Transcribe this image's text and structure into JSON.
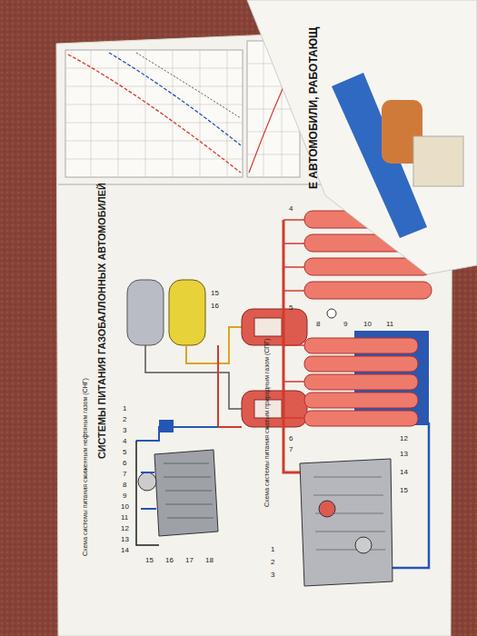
{
  "diagram": {
    "title": "СИСТЕМЫ ПИТАНИЯ ГАЗОБАЛЛОННЫХ АВТОМОБИЛЕЙ",
    "labels": [
      "Схема системы питания сжиженным нефтяным газом (СНГ)",
      "Схема системы питания сжатым природным газом (СПГ)",
      "Е АВТОМОБИЛИ, РАБОТАЮЩ",
      "1",
      "2",
      "3",
      "4",
      "5",
      "6",
      "7",
      "8",
      "9",
      "10",
      "11",
      "12",
      "13",
      "14",
      "15",
      "16",
      "17",
      "18",
      "15",
      "16",
      "1",
      "2",
      "3",
      "4",
      "5",
      "6",
      "7",
      "8",
      "9",
      "10",
      "11",
      "12",
      "13",
      "14",
      "15"
    ]
  }
}
